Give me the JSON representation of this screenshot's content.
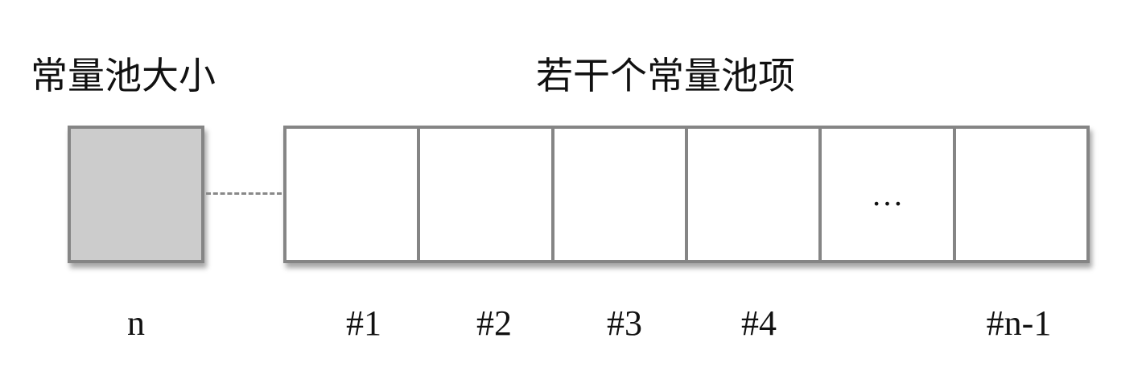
{
  "titles": {
    "pool_size": "常量池大小",
    "pool_items": "若干个常量池项"
  },
  "size_box": {
    "label": "n",
    "fill": "#cccccc",
    "border": "#858585"
  },
  "connector": {
    "style": "dashed",
    "color": "#888888"
  },
  "cells": [
    {
      "content": "",
      "label": "#1"
    },
    {
      "content": "",
      "label": "#2"
    },
    {
      "content": "",
      "label": "#3"
    },
    {
      "content": "",
      "label": "#4"
    },
    {
      "content": "…",
      "label": ""
    },
    {
      "content": "",
      "label": "#n-1"
    }
  ]
}
